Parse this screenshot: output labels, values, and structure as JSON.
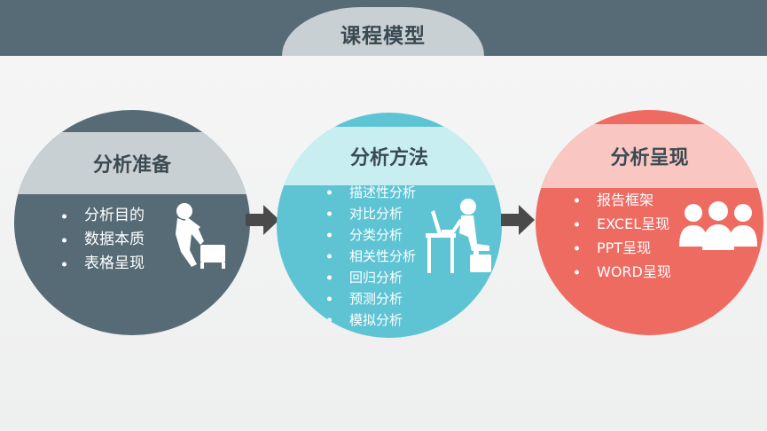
{
  "title": "课程模型",
  "colors": {
    "top_bar": "#566b76",
    "circle_dark": "#566b76",
    "circle_teal": "#5ec4d4",
    "circle_coral": "#ee6b61",
    "arrow": "#4a4a4a"
  },
  "stages": [
    {
      "heading": "分析准备",
      "items": [
        "分析目的",
        "数据本质",
        "表格呈现"
      ],
      "icon": "head-in-hands-person-icon"
    },
    {
      "heading": "分析方法",
      "items": [
        "描述性分析",
        "对比分析",
        "分类分析",
        "相关性分析",
        "回归分析",
        "预测分析",
        "模拟分析"
      ],
      "icon": "person-at-laptop-icon"
    },
    {
      "heading": "分析呈现",
      "items": [
        "报告框架",
        "EXCEL呈现",
        "PPT呈现",
        "WORD呈现"
      ],
      "icon": "people-group-icon"
    }
  ]
}
